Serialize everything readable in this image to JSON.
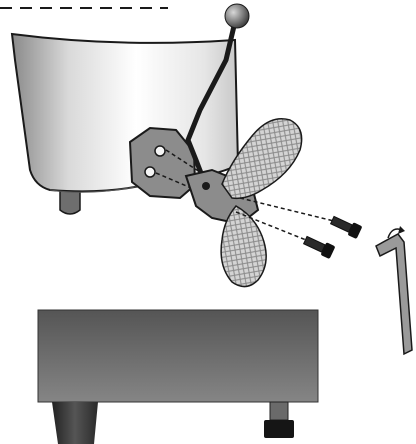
{
  "figure": {
    "type": "assembly-illustration",
    "parts": [
      {
        "id": "seat",
        "icon": "chair-seat-icon"
      },
      {
        "id": "gear-shift-lever",
        "icon": "lever-knob-icon"
      },
      {
        "id": "mounting-bracket",
        "icon": "bracket-icon"
      },
      {
        "id": "foot-pedal",
        "icon": "pedal-icon"
      },
      {
        "id": "screws",
        "count": 2,
        "icon": "screw-icon"
      },
      {
        "id": "allen-key",
        "icon": "hex-key-icon"
      },
      {
        "id": "base-cabinet",
        "icon": "base-icon"
      }
    ],
    "colors": {
      "outline": "#1a1a1a",
      "metal_gray": "#8c8c8c",
      "dark_gray": "#555555",
      "cabinet_top": "#5a5a5a",
      "cabinet_bottom": "#7d7d7d",
      "pedal_fill": "#cfcfcf"
    }
  }
}
